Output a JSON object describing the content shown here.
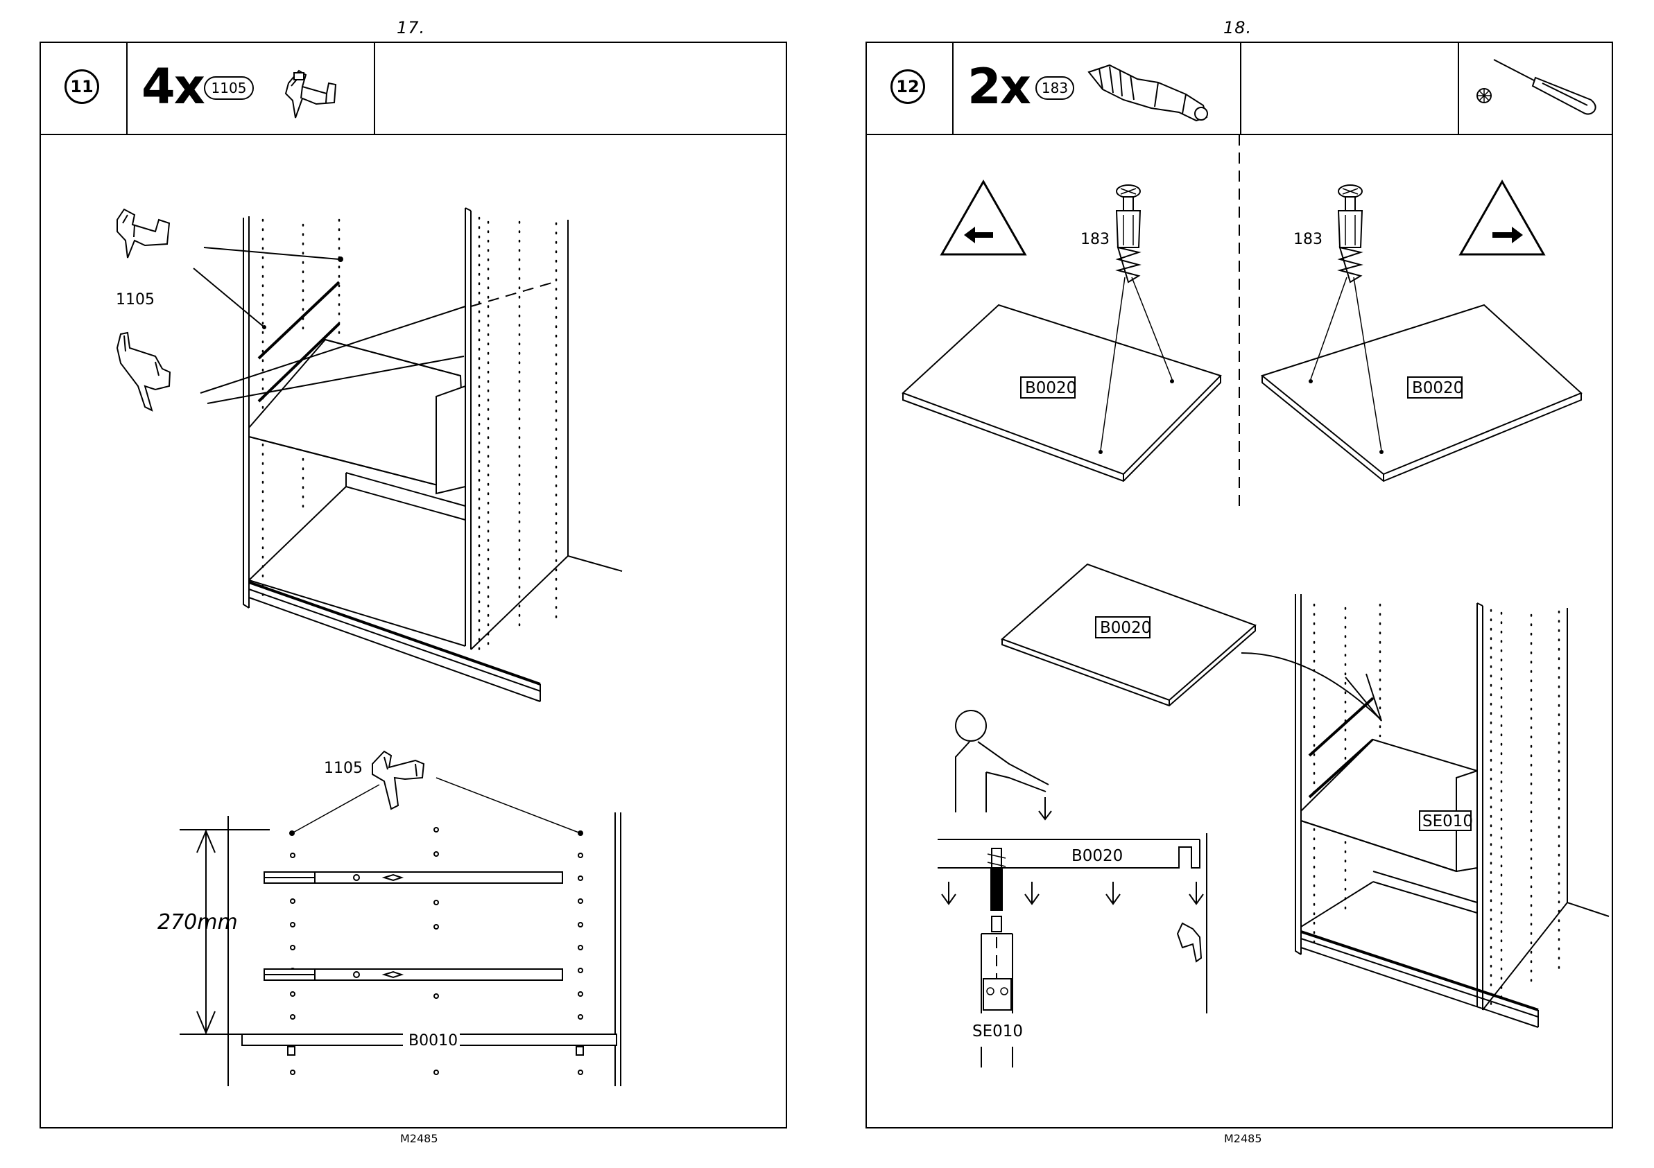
{
  "pages": [
    {
      "page_number": "17.",
      "footer": "M2485",
      "step_number": "11",
      "quantity": "4x",
      "part_number": "1105",
      "labels": {
        "part_upper": "1105",
        "part_lower": "1105",
        "dimension": "270mm",
        "panel": "B0010"
      }
    },
    {
      "page_number": "18.",
      "footer": "M2485",
      "step_number": "12",
      "quantity": "2x",
      "part_number": "183",
      "labels": {
        "part_left": "183",
        "part_right": "183",
        "panel_left": "B0020",
        "panel_right": "B0020",
        "panel_middle": "B0020",
        "panel_section": "B0020",
        "cabinet_part": "SE010",
        "section_part": "SE010"
      }
    }
  ],
  "icons": [
    "step-badge-icon",
    "shelf-support-icon",
    "cam-bolt-icon",
    "screwdriver-icon",
    "warning-arrow-left-icon",
    "warning-arrow-right-icon",
    "person-icon",
    "down-arrow-icon"
  ]
}
